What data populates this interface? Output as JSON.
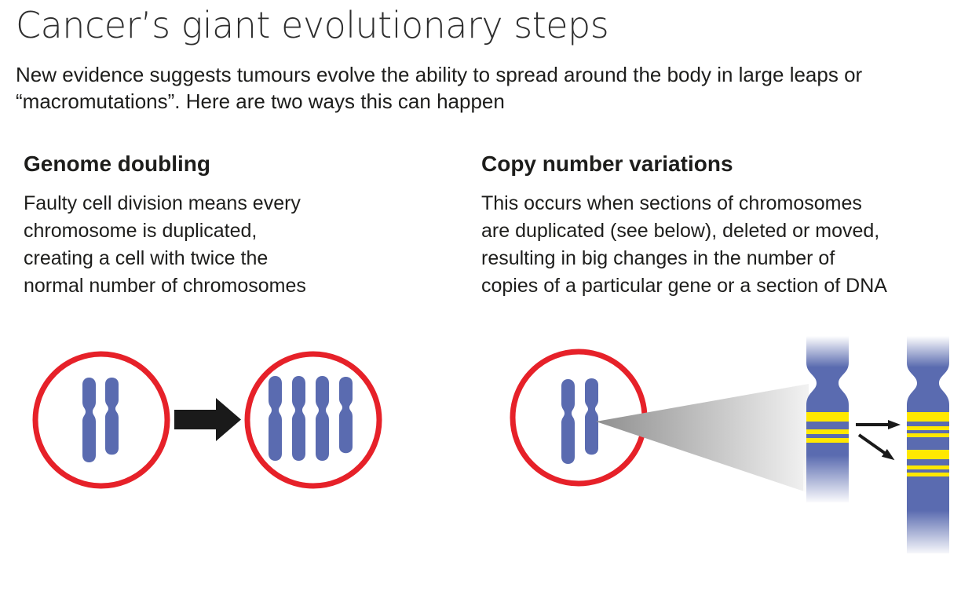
{
  "header": {
    "title": "Cancer’s giant evolutionary steps",
    "subtitle_lines": [
      "New evidence suggests tumours evolve the ability to spread around the body in large leaps or",
      "“macromutations”. Here are two ways this can happen"
    ]
  },
  "panels": [
    {
      "heading": "Genome doubling",
      "body_lines": [
        "Faulty cell division means every",
        "chromosome is duplicated,",
        "creating a cell with twice the",
        "normal number of chromosomes"
      ],
      "figure": {
        "before_chromosome_count": 2,
        "after_chromosome_count": 4
      }
    },
    {
      "heading": "Copy number variations",
      "body_lines": [
        "This occurs when sections of chromosomes",
        "are duplicated (see below), deleted or moved,",
        "resulting in big changes in the number of",
        "copies of a particular gene or a section of DNA"
      ],
      "figure": {
        "cell_chromosome_count": 2,
        "zoomed_chromosome_band_count": 3,
        "result_chromosome_band_count": 6
      }
    }
  ],
  "colors": {
    "accent-red": "#e62129",
    "chromosome-blue": "#5a6bb0",
    "band-yellow": "#ffe800",
    "arrow-black": "#1a1a1a",
    "text-dark": "#1d1d1b",
    "title-color": "#2e2e2e",
    "cone-gray": "#8f8f8f"
  }
}
